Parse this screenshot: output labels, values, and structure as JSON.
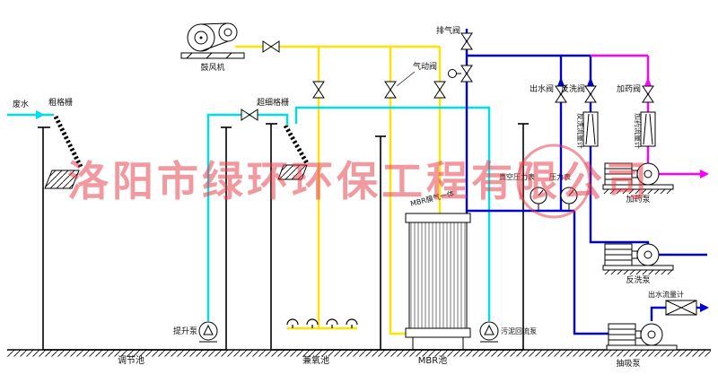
{
  "watermark": {
    "text": "洛阳市绿环环保工程有限公司"
  },
  "colors": {
    "water": "#00dde6",
    "air": "#ffe400",
    "permeate": "#0000d0",
    "chem": "#ff00ff",
    "watermark": "rgba(228,60,70,0.52)"
  },
  "labels": {
    "inlet": "废水",
    "coarse_screen": "粗格栅",
    "blower": "鼓风机",
    "fine_screen": "超细格栅",
    "exhaust_valve": "排气阀",
    "pneumatic_valve": "气动阀",
    "outlet_valve": "出水阀",
    "backwash_valve": "反洗阀",
    "dosing_valve": "加药阀",
    "backwash_flowmeter": "反洗流量计",
    "dosing_flowmeter": "加药流量计",
    "vacuum_gauge": "真空压力表",
    "pressure_gauge": "压力表",
    "dosing_pump": "加药泵",
    "backwash_pump": "反洗泵",
    "outlet_flowmeter": "出水流量计",
    "suction_pump": "抽吸泵",
    "lift_pump": "提升泵",
    "sludge_pump": "污泥回流泵",
    "membrane_module": "MBR膜气一体",
    "tank_regulating": "调节池",
    "tank_anoxic": "兼氧池",
    "tank_mbr": "MBR池"
  }
}
